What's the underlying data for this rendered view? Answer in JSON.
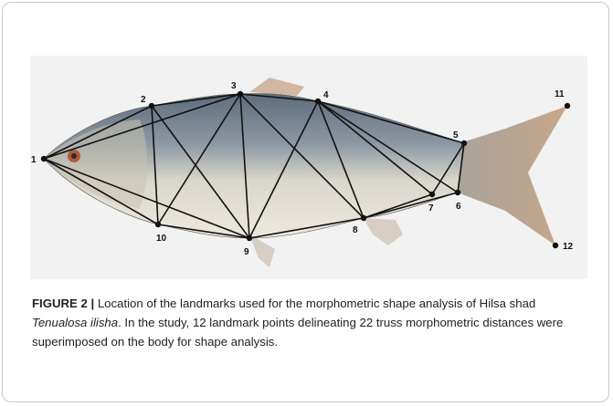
{
  "figure": {
    "landmarks": [
      {
        "id": "1",
        "label": "1"
      },
      {
        "id": "2",
        "label": "2"
      },
      {
        "id": "3",
        "label": "3"
      },
      {
        "id": "4",
        "label": "4"
      },
      {
        "id": "5",
        "label": "5"
      },
      {
        "id": "6",
        "label": "6"
      },
      {
        "id": "7",
        "label": "7"
      },
      {
        "id": "8",
        "label": "8"
      },
      {
        "id": "9",
        "label": "9"
      },
      {
        "id": "10",
        "label": "10"
      },
      {
        "id": "11",
        "label": "11"
      },
      {
        "id": "12",
        "label": "12"
      }
    ],
    "colors": {
      "fish_back": "#6f7c8a",
      "fish_belly": "#e6e2d8",
      "fins": "#c9a98e",
      "truss_lines": "#111111",
      "landmark_dots": "#111111"
    }
  },
  "caption": {
    "label": "FIGURE 2 |",
    "text_before_italic": " Location of the landmarks used for the morphometric shape analysis of Hilsa shad ",
    "italic": "Tenualosa ilisha",
    "text_after_italic": ". In the study, 12 landmark points delineating 22 truss morphometric distances were superimposed on the body for shape analysis."
  }
}
